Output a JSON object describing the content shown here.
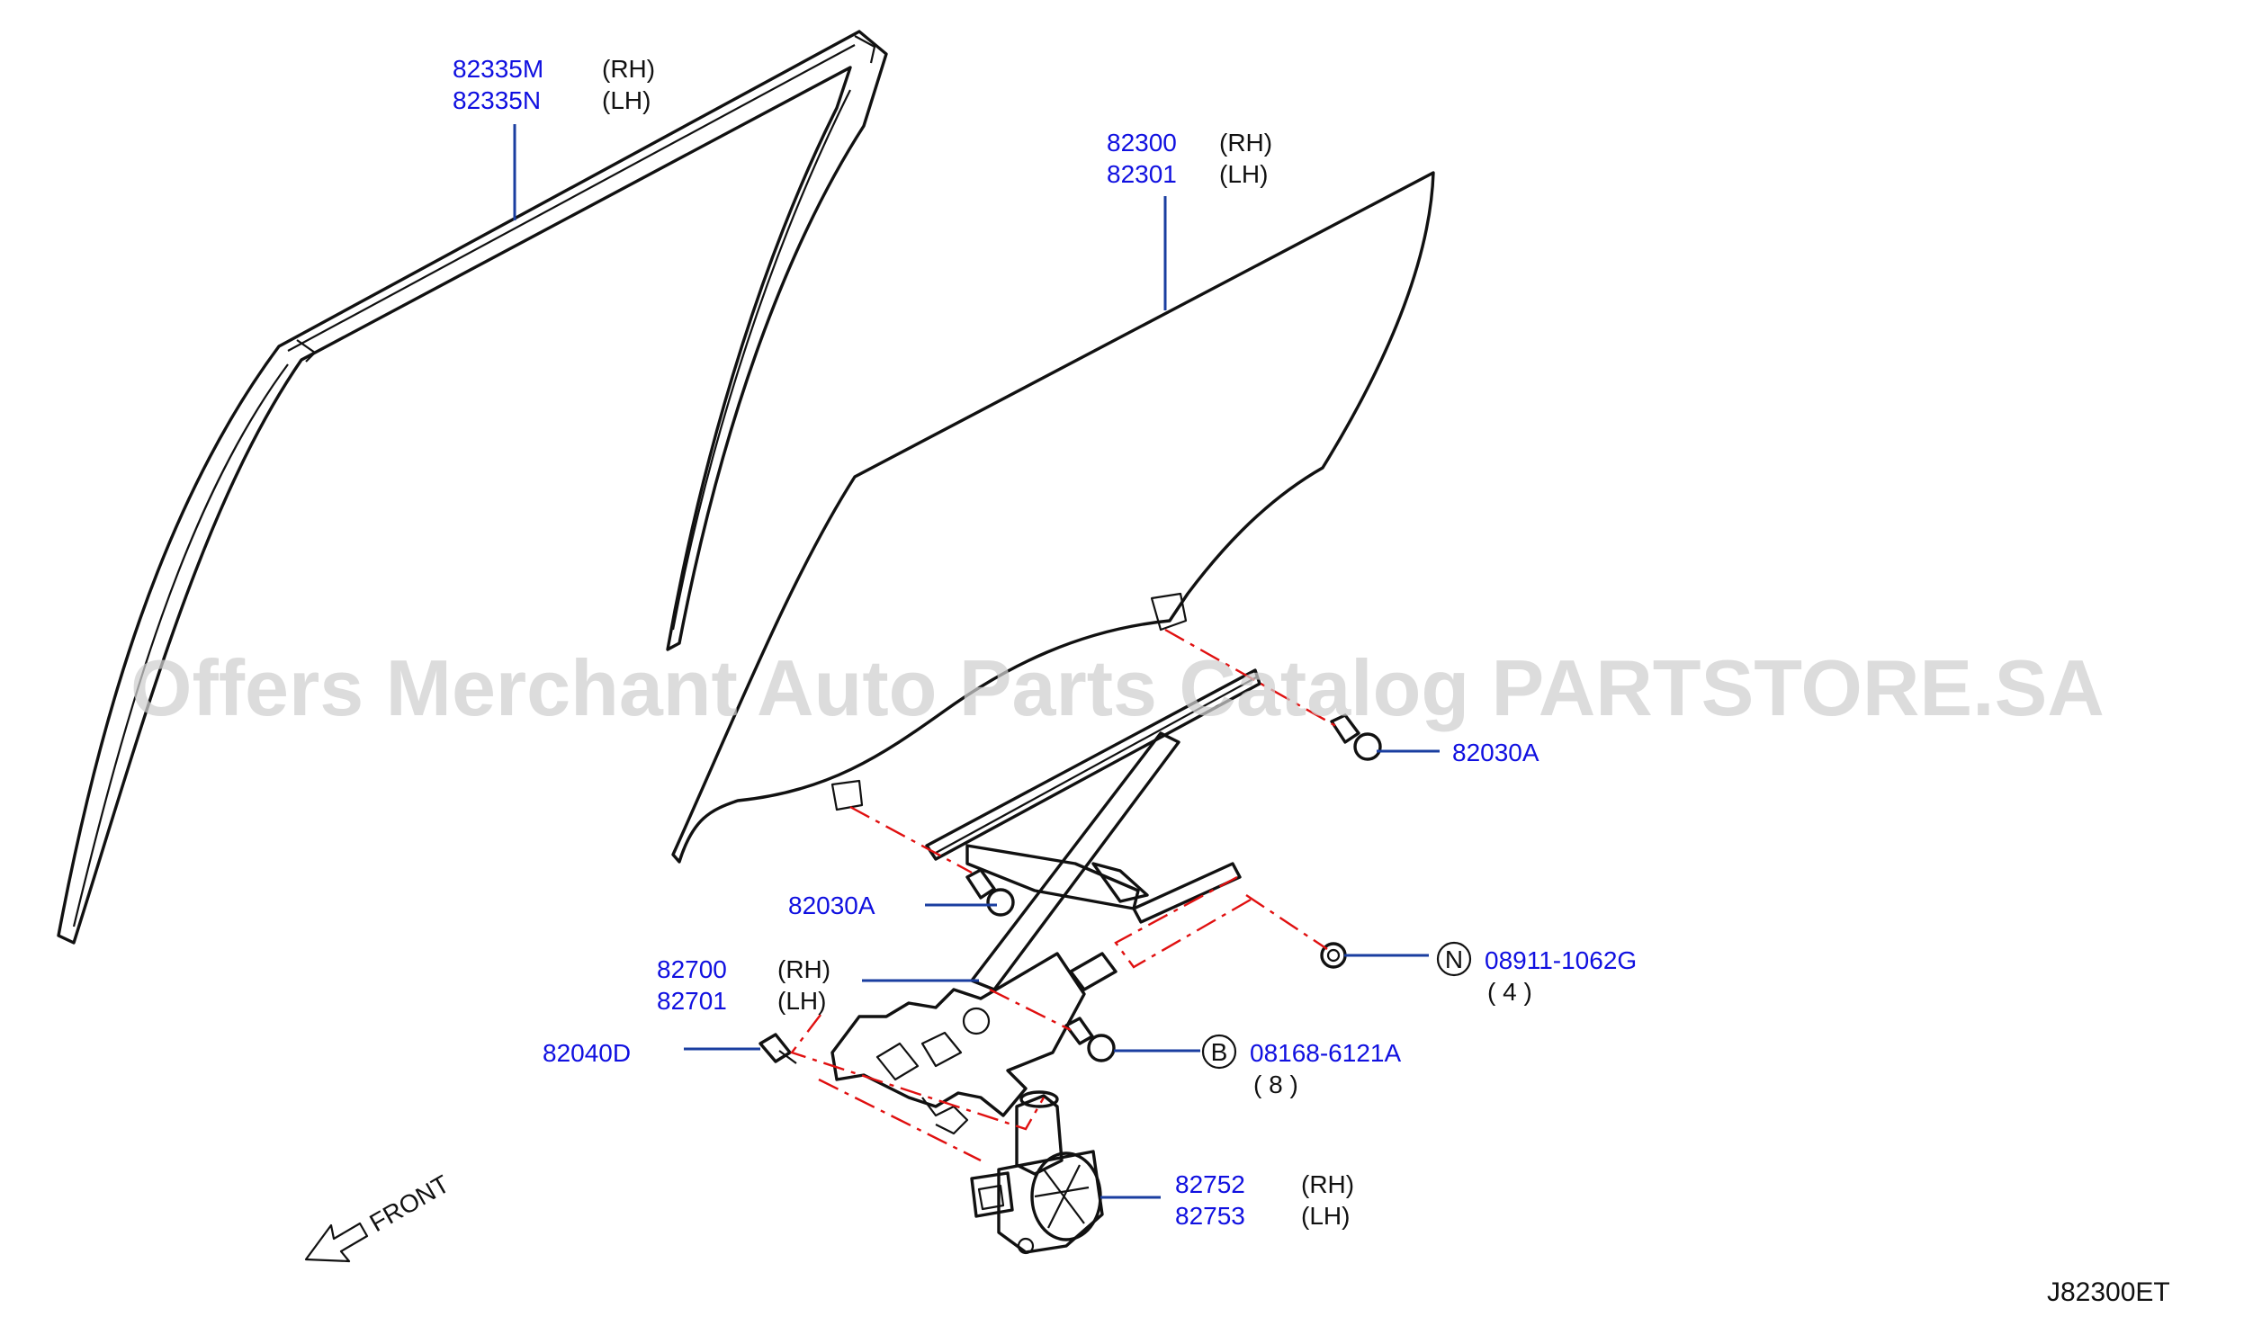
{
  "watermark": "Offers Merchant Auto Parts Catalog PARTSTORE.SA",
  "diagram_code": "J82300ET",
  "direction_label": "FRONT",
  "callouts": [
    {
      "part": "82335M",
      "side": "(RH)"
    },
    {
      "part": "82335N",
      "side": "(LH)"
    },
    {
      "part": "82300",
      "side": "(RH)"
    },
    {
      "part": "82301",
      "side": "(LH)"
    },
    {
      "part": "82030A"
    },
    {
      "part": "82030A"
    },
    {
      "part": "82700",
      "side": "(RH)"
    },
    {
      "part": "82701",
      "side": "(LH)"
    },
    {
      "part": "82040D"
    },
    {
      "part": "08911-1062G",
      "badge": "N",
      "qty": "( 4 )"
    },
    {
      "part": "08168-6121A",
      "badge": "B",
      "qty": "( 8 )"
    },
    {
      "part": "82752",
      "side": "(RH)"
    },
    {
      "part": "82753",
      "side": "(LH)"
    }
  ],
  "colors": {
    "link": "#1010e0",
    "leader": "#1a3ea0",
    "dash": "#e01010"
  }
}
